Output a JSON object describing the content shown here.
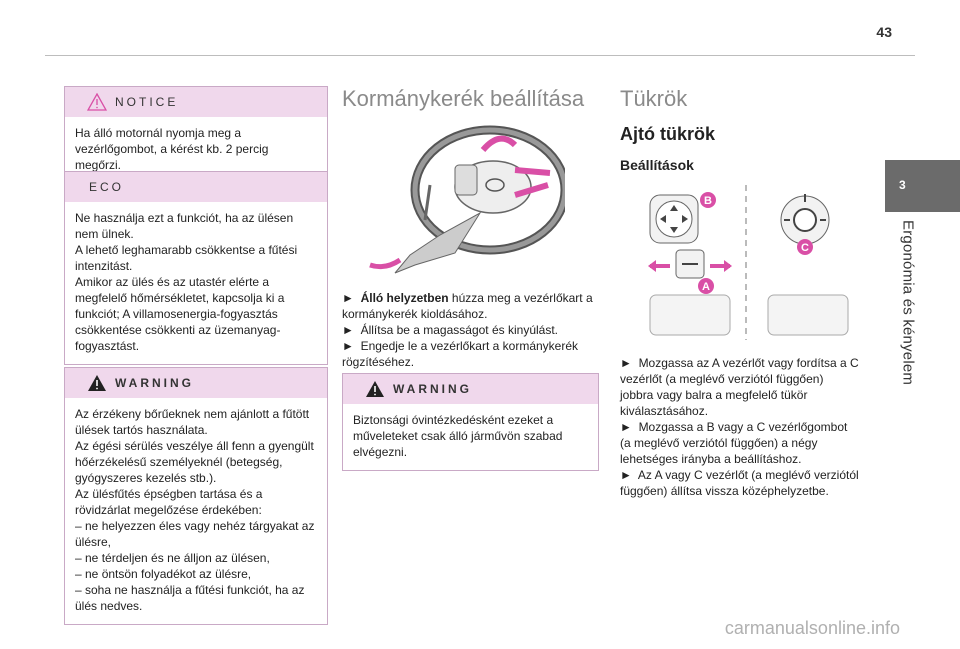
{
  "page_number": "43",
  "side_tab": {
    "chapter": "3",
    "title": "Ergonómia és kényelem"
  },
  "notice": {
    "label": "NOTICE",
    "text": "Ha álló motornál nyomja meg a vezérlőgombot, a kérést kb. 2 percig megőrzi."
  },
  "eco": {
    "label": "ECO",
    "lines": [
      "Ne használja ezt a funkciót, ha az ülésen nem ülnek.",
      "A lehető leghamarabb csökkentse a fűtési intenzitást.",
      "Amikor az ülés és az utastér elérte a megfelelő hőmérsékletet, kapcsolja ki a funkciót; A villamosenergia-fogyasztás csökkentése csökkenti az üzemanyag-fogyasztást."
    ]
  },
  "warning1": {
    "label": "WARNING",
    "lines": [
      "Az érzékeny bőrűeknek nem ajánlott a fűtött ülések tartós használata.",
      "Az égési sérülés veszélye áll fenn a gyengült hőérzékelésű személyeknél (betegség, gyógyszeres kezelés stb.).",
      "Az ülésfűtés épségben tartása és a rövidzárlat megelőzése érdekében:",
      "– ne helyezzen éles vagy nehéz tárgyakat az ülésre,",
      "– ne térdeljen és ne álljon az ülésen,",
      "– ne öntsön folyadékot az ülésre,",
      "– soha ne használja a fűtési funkciót, ha az ülés nedves."
    ]
  },
  "steering": {
    "heading": "Kormánykerék beállítása",
    "step1_bold": "Álló helyzetben",
    "step1_rest": " húzza meg a vezérlőkart a kormánykerék kioldásához.",
    "step2": "Állítsa be a magasságot és kinyúlást.",
    "step3": "Engedje le a vezérlőkart a kormánykerék rögzítéséhez.",
    "bullet": "►"
  },
  "warning2": {
    "label": "WARNING",
    "text": "Biztonsági óvintézkedésként ezeket a műveleteket csak álló járművön szabad elvégezni."
  },
  "mirrors": {
    "heading": "Tükrök",
    "subheading": "Ajtó tükrök",
    "settings": "Beállítások",
    "labels": {
      "a": "A",
      "b": "B",
      "c": "C"
    },
    "p1": "Mozgassa az A vezérlőt vagy fordítsa a C vezérlőt (a meglévő verziótól függően) jobbra vagy balra a megfelelő tükör kiválasztásához.",
    "p2": "Mozgassa a B vagy a C vezérlőgombot (a meglévő verziótól függően) a négy lehetséges irányba a beállításhoz.",
    "p3": "Az A vagy C vezérlőt (a meglévő verziótól függően) állítsa vissza középhelyzetbe."
  },
  "watermark": "carmanualsonline.info",
  "colors": {
    "accent": "#d94fa6",
    "box_head": "#f0d8ec",
    "box_border": "#c9a9c6",
    "side_tab": "#6b6b6b"
  }
}
